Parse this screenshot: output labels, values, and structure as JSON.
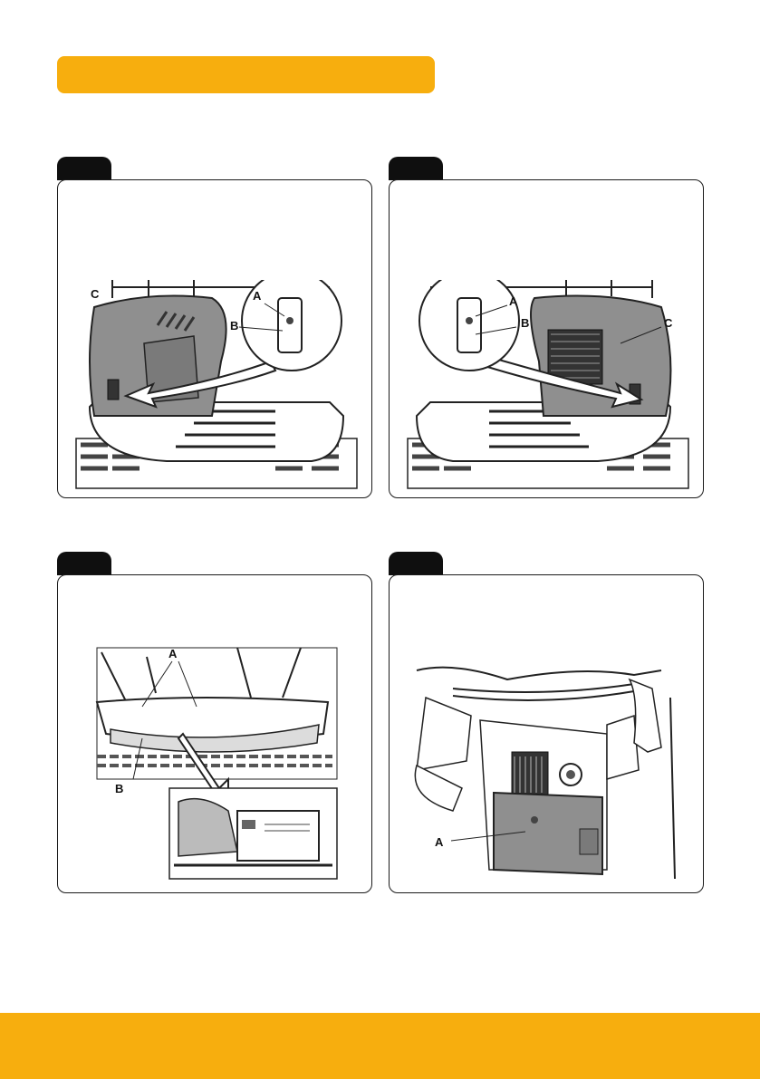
{
  "colors": {
    "accent": "#f7ae0e",
    "tab": "#0f0f0f",
    "cover_grey": "#8f8f8f"
  },
  "figures": [
    {
      "callouts": {
        "a": "A",
        "b": "B",
        "c": "C"
      }
    },
    {
      "callouts": {
        "a": "A",
        "b": "B",
        "c": "C"
      }
    },
    {
      "callouts": {
        "a": "A",
        "b": "B"
      }
    },
    {
      "callouts": {
        "a": "A"
      }
    }
  ]
}
